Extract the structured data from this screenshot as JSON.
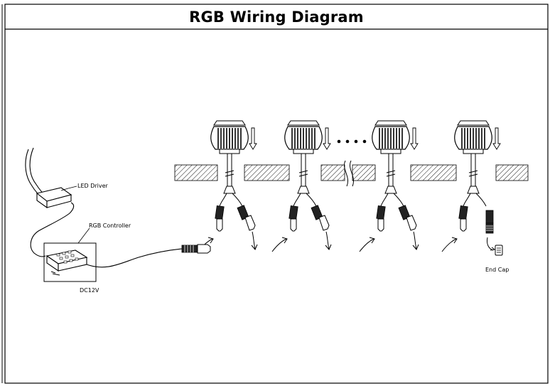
{
  "title": "RGB Wiring Diagram",
  "labels": {
    "led_driver": "LED Driver",
    "rgb_controller": "RGB Controller",
    "dc12v": "DC12V",
    "end_cap": "End Cap"
  },
  "icons": [
    "deck-light-icon",
    "insert-arrow-icon",
    "connector-icon",
    "end-cap-icon",
    "ellipsis-dots-icon"
  ],
  "colors": {
    "line": "#000000",
    "background": "#ffffff"
  }
}
